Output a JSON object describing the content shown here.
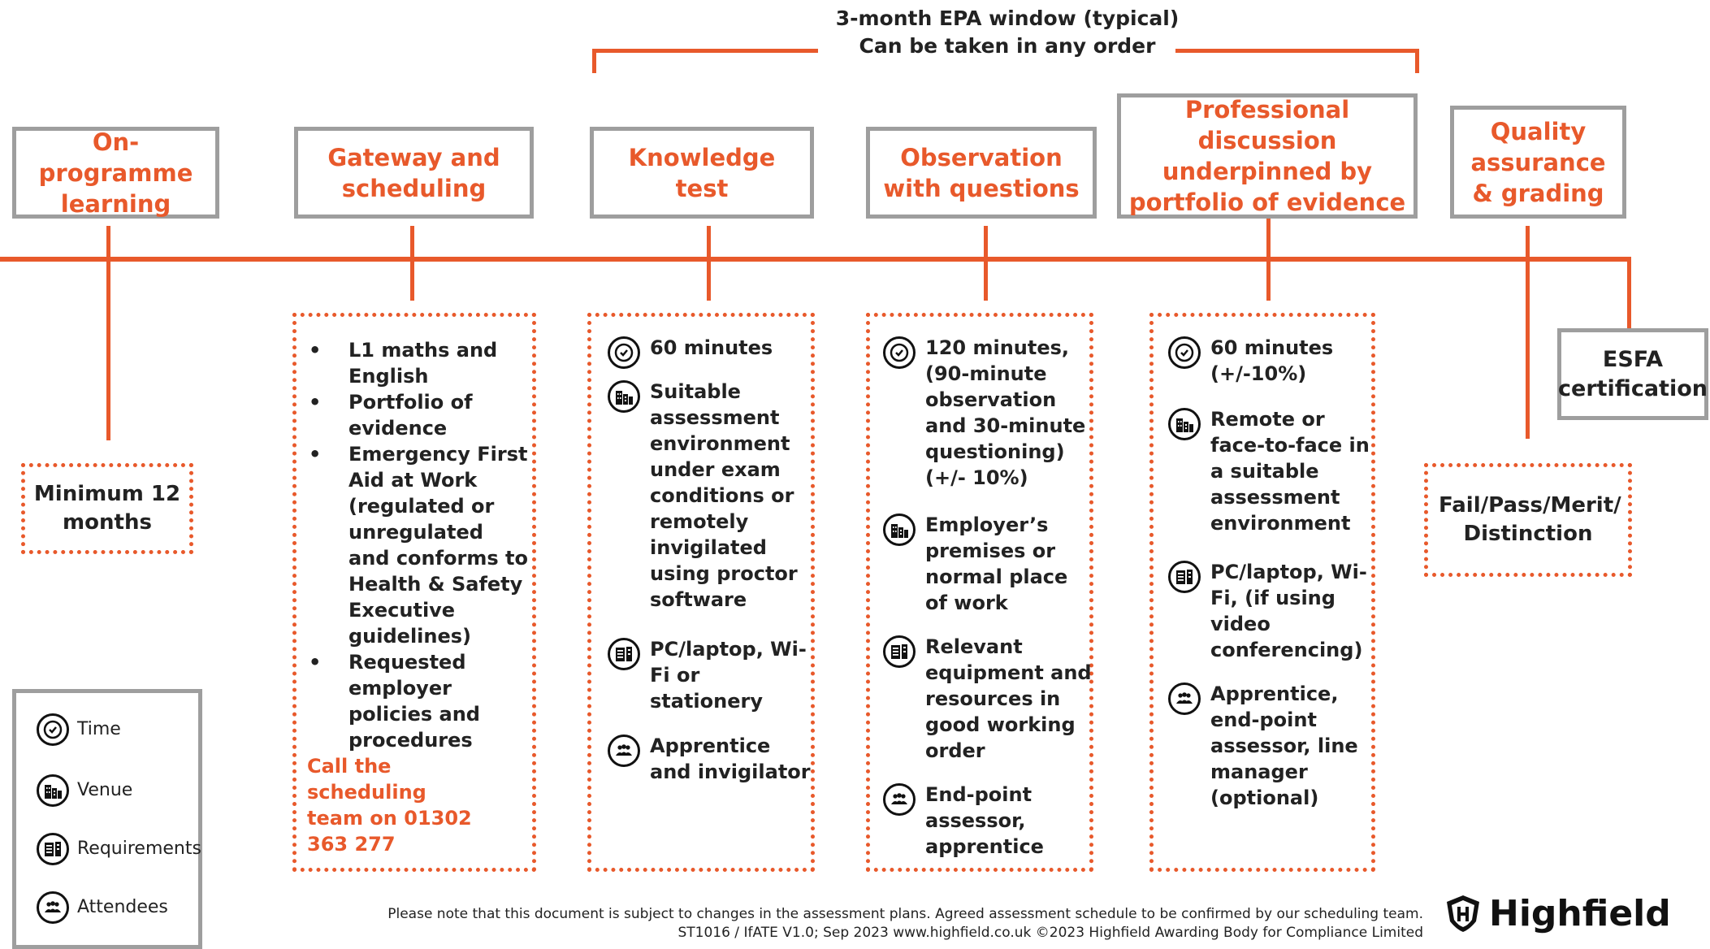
{
  "header": {
    "line1": "3-month EPA window (typical)",
    "line2": "Can be taken in any order"
  },
  "stages": {
    "onprog": "On-programme learning",
    "gateway": "Gateway and scheduling",
    "knowledge": "Knowledge test",
    "observation": "Observation with questions",
    "professional": "Professional discussion underpinned by portfolio of evidence",
    "quality": "Quality assurance & grading",
    "esfa": "ESFA certification"
  },
  "onprog_detail": "Minimum 12 months",
  "gateway_detail": {
    "bullets": [
      "L1 maths and English",
      "Portfolio of evidence",
      "Emergency First Aid at Work (regulated or unregulated and conforms to Health & Safety Executive guidelines)",
      "Requested employer policies and procedures"
    ],
    "call": "Call the scheduling team on 01302 363 277"
  },
  "knowledge_detail": {
    "time": "60 minutes",
    "venue": "Suitable assessment environment under exam conditions or remotely invigilated using proctor software",
    "requirements": "PC/laptop, Wi-Fi or stationery",
    "attendees": "Apprentice and invigilator"
  },
  "observation_detail": {
    "time": "120 minutes, (90-minute observation and 30-minute questioning) (+/- 10%)",
    "venue": "Employer’s premises or normal place of work",
    "requirements": "Relevant equipment and resources in good working order",
    "attendees": "End-point assessor, apprentice"
  },
  "professional_detail": {
    "time": "60 minutes (+/-10%)",
    "venue": "Remote or face-to-face in a suitable assessment environment",
    "requirements": "PC/laptop, Wi-Fi, (if using video conferencing)",
    "attendees": "Apprentice, end-point assessor, line manager (optional)"
  },
  "grading_detail": "Fail/Pass/Merit/ Distinction",
  "legend": {
    "time": "Time",
    "venue": "Venue",
    "requirements": "Requirements",
    "attendees": "Attendees"
  },
  "footer": {
    "note": "Please note that this document is subject to changes in the assessment plans.  Agreed assessment schedule to be confirmed by our scheduling team.",
    "ref": "ST1016 / IfATE V1.0; Sep 2023    www.highfield.co.uk   ©2023 Highfield Awarding Body for Compliance Limited"
  },
  "logo": {
    "name": "Highfield"
  },
  "colors": {
    "accent": "#e8592b",
    "border": "#9e9e9e",
    "text": "#222222"
  },
  "icons": [
    "clock-icon",
    "building-icon",
    "document-icon",
    "people-icon"
  ]
}
